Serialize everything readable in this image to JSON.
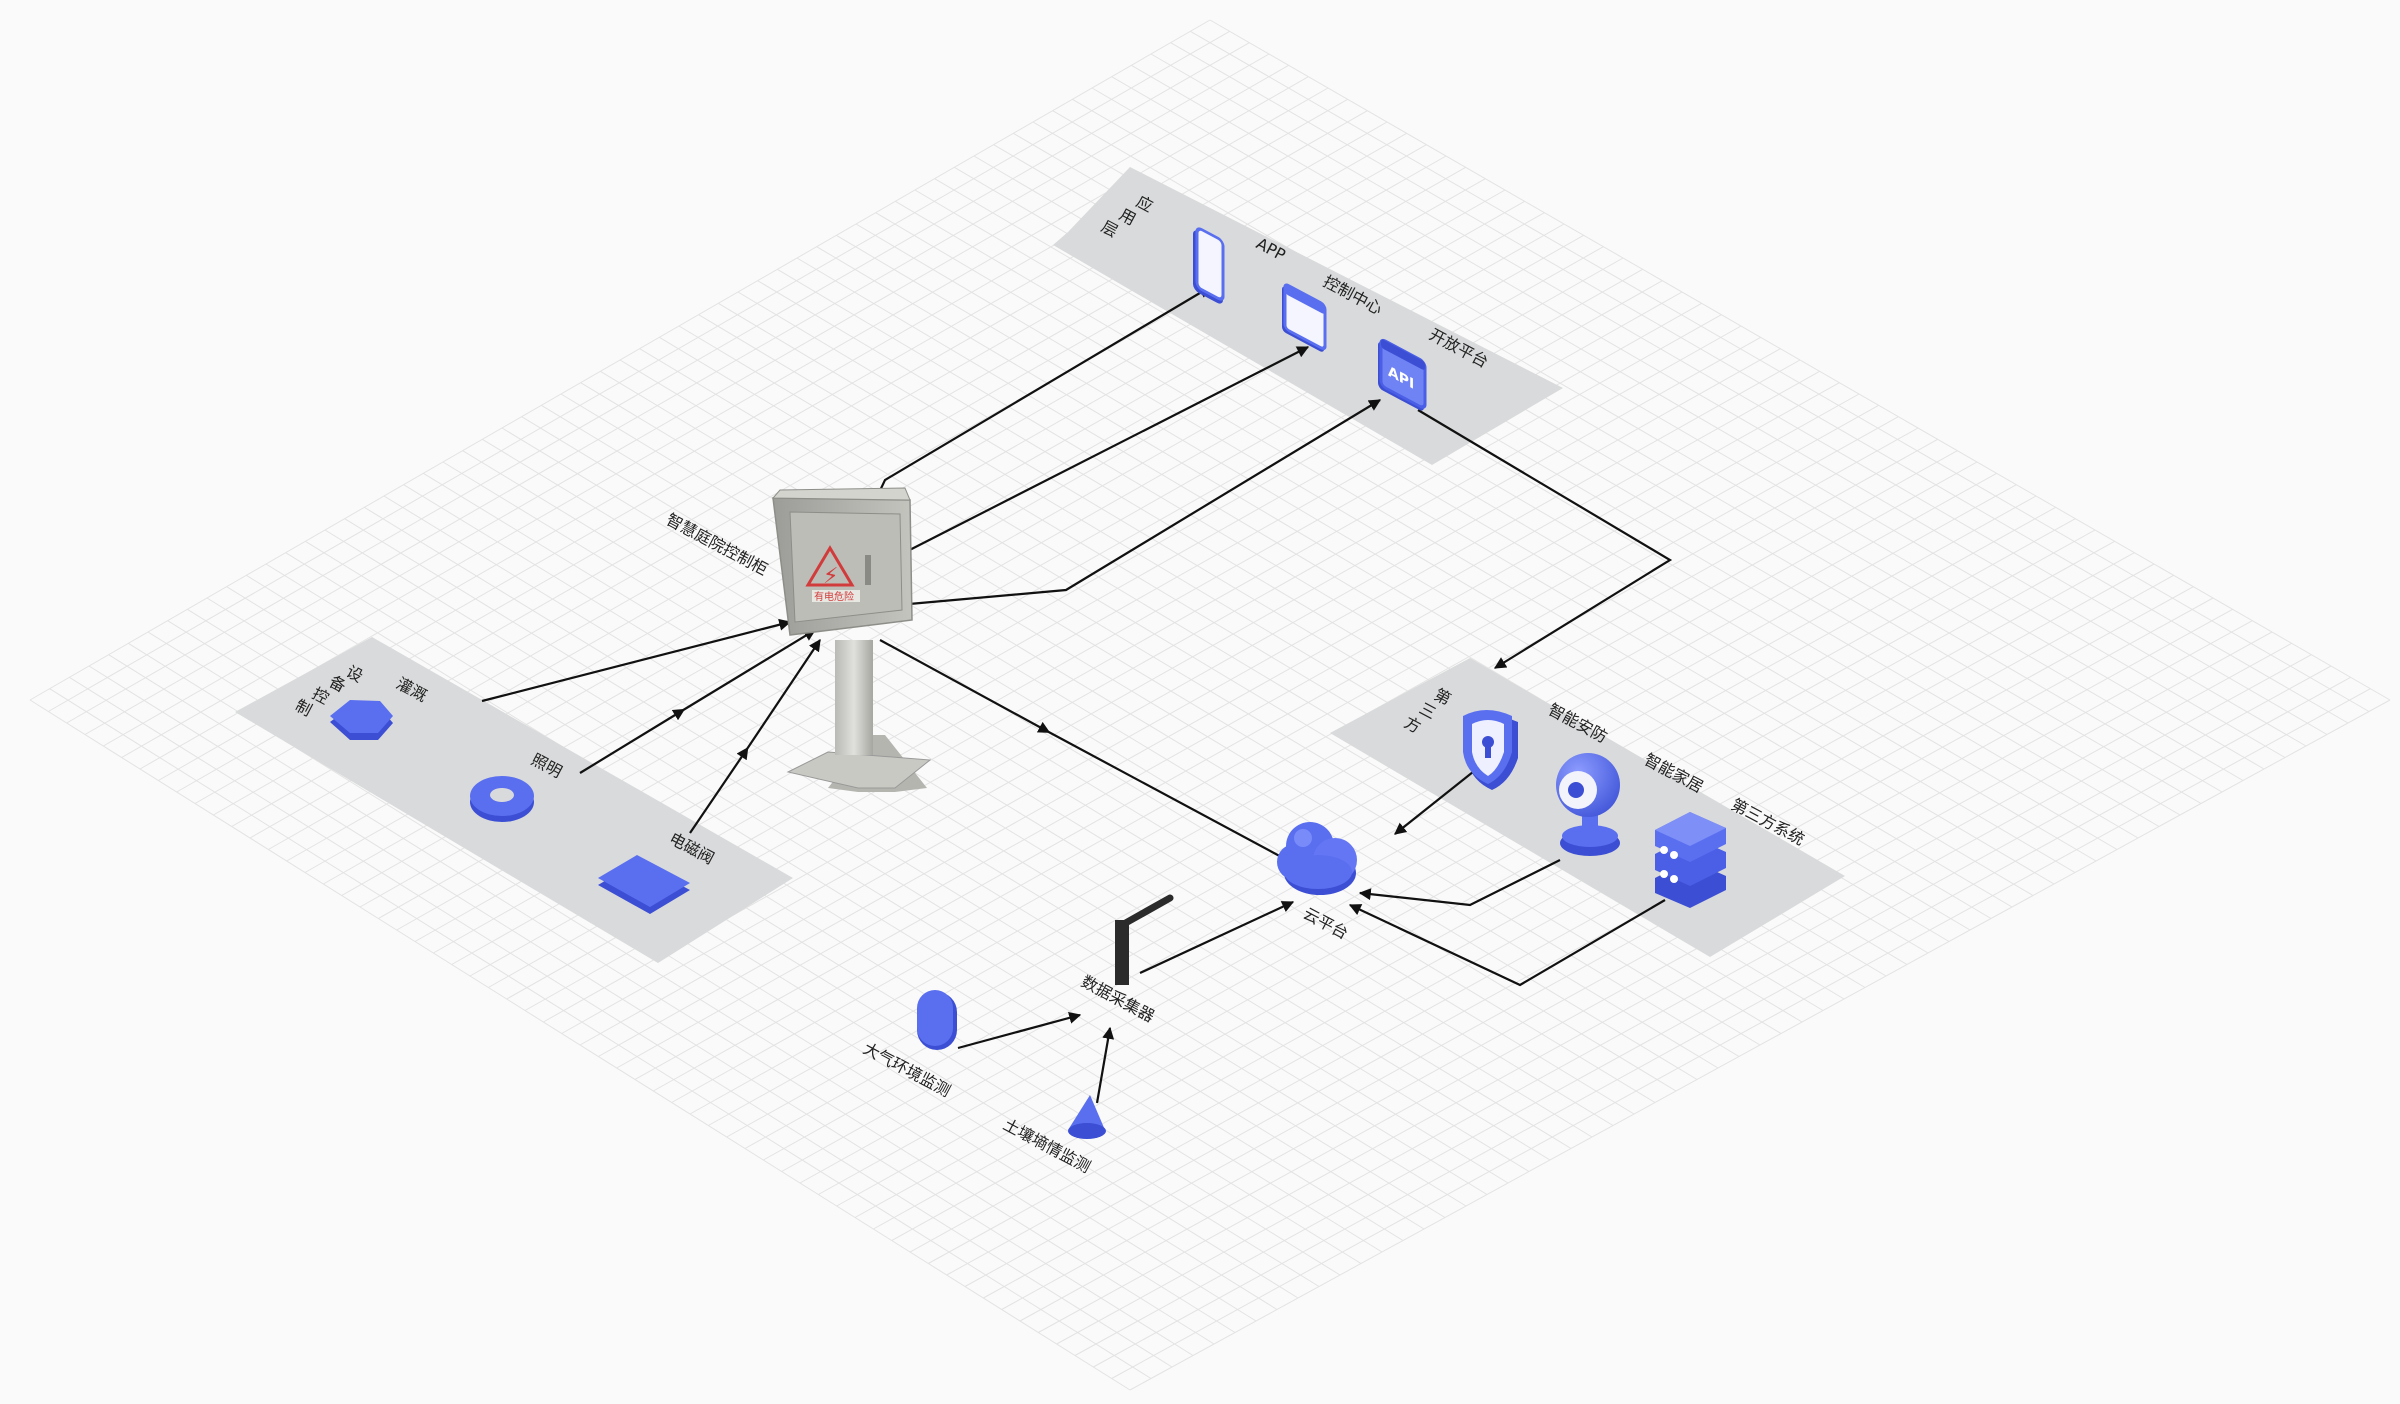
{
  "application_layer": {
    "group_label_chars": [
      "应",
      "用",
      "层"
    ],
    "app": "APP",
    "control_center": "控制中心",
    "open_platform": "开放平台",
    "api_icon_text": "API"
  },
  "cabinet": {
    "label": "智慧庭院控制柜",
    "warning_text": "有电危险"
  },
  "device_control": {
    "group_label_chars": [
      "设",
      "备",
      "控",
      "制"
    ],
    "irrigation": "灌溉",
    "lighting": "照明",
    "solenoid_valve": "电磁阀"
  },
  "third_party": {
    "group_label_chars": [
      "第",
      "三",
      "方"
    ],
    "smart_security": "智能安防",
    "smart_home": "智能家居",
    "third_party_system": "第三方系统"
  },
  "cloud": {
    "label": "云平台"
  },
  "collector": {
    "label": "数据采集器"
  },
  "sensors": {
    "atmosphere": "大气环境监测",
    "soil": "土壤墒情监测"
  },
  "colors": {
    "icon_blue": "#5a6ff0",
    "icon_dark": "#3c4fd4",
    "panel_gray": "#d9dadb",
    "line": "#111111",
    "grid": "#e3e3e3"
  }
}
